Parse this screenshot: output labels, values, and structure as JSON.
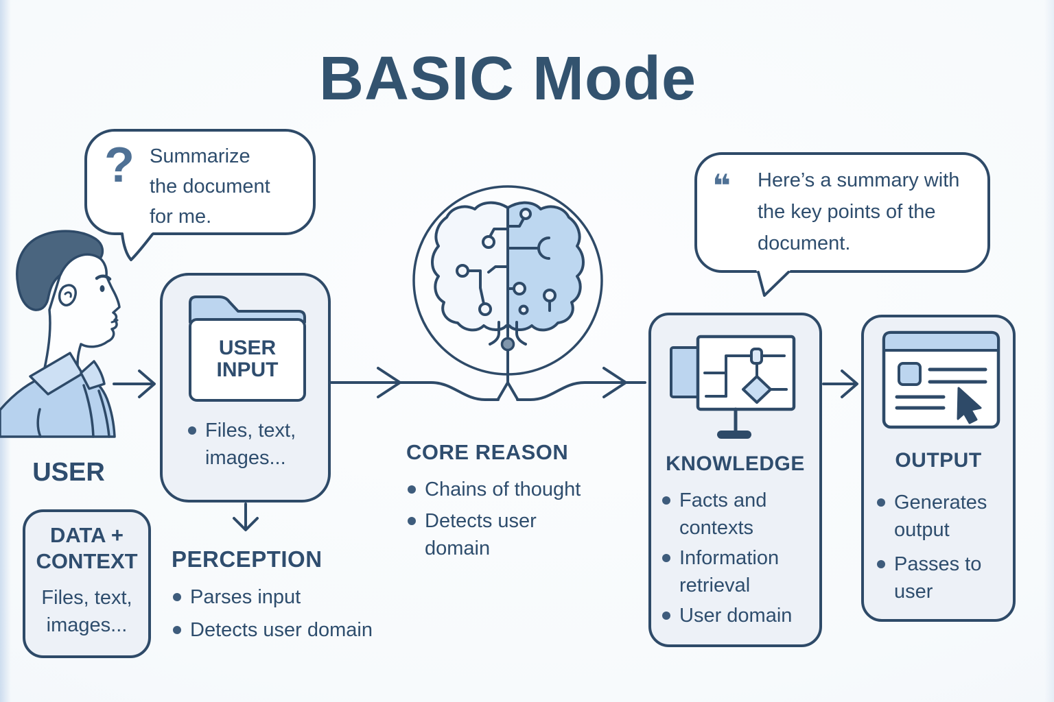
{
  "title": "BASIC Mode",
  "colors": {
    "navy_line": "#2e4a68",
    "text_navy": "#2e4d6d",
    "slate_icon": "#4f7195",
    "light_blue_fill": "#bcd5ef",
    "box_fill": "#edf1f7",
    "background": "#f7fafc"
  },
  "user_bubble": {
    "icon": "?",
    "text": "Summarize the document for me."
  },
  "agent_bubble": {
    "icon": "❝",
    "text": "Here’s a summary with the key points of the document."
  },
  "user": {
    "label": "USER"
  },
  "data_context": {
    "title": "DATA + CONTEXT",
    "subtitle": "Files, text, images..."
  },
  "user_input": {
    "folder_label": "USER INPUT",
    "bullets": [
      "Files, text, images..."
    ]
  },
  "perception": {
    "title": "PERCEPTION",
    "bullets": [
      "Parses input",
      "Detects user domain"
    ]
  },
  "core_reason": {
    "title": "CORE REASON",
    "bullets": [
      "Chains of thought",
      "Detects user domain"
    ]
  },
  "knowledge": {
    "title": "KNOWLEDGE",
    "bullets": [
      "Facts and contexts",
      "Information retrieval",
      "User domain"
    ]
  },
  "output": {
    "title": "OUTPUT",
    "bullets": [
      "Generates output",
      "Passes to user"
    ]
  }
}
